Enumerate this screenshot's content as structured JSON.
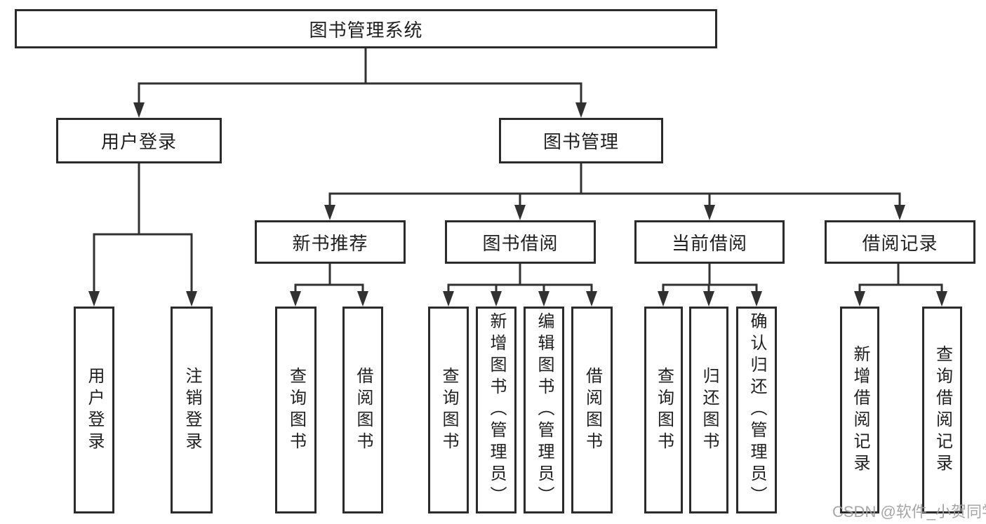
{
  "diagram": {
    "title": "图书管理系统",
    "root": {
      "label": "图书管理系统"
    },
    "level2": {
      "user_login": {
        "label": "用户登录"
      },
      "book_mgmt": {
        "label": "图书管理"
      }
    },
    "level3": {
      "new_books": {
        "label": "新书推荐"
      },
      "book_borrow": {
        "label": "图书借阅"
      },
      "current_borrow": {
        "label": "当前借阅"
      },
      "borrow_records": {
        "label": "借阅记录"
      }
    },
    "leaves": {
      "user_login": "用户登录",
      "logout": "注销登录",
      "nb_query": "查询图书",
      "nb_borrow": "借阅图书",
      "bb_query": "查询图书",
      "bb_add": "新增图书（管理员）",
      "bb_edit": "编辑图书（管理员）",
      "bb_borrow": "借阅图书",
      "cb_query": "查询图书",
      "cb_return": "归还图书",
      "cb_confirm": "确认归还（管理员）",
      "br_add": "新增借阅记录",
      "br_query": "查询借阅记录"
    },
    "watermark": "CSDN @软件_小贺同学",
    "colors": {
      "line": "#313131",
      "box_border": "#2b2b2b",
      "text": "#1f1f1f",
      "watermark": "#9e9e9e",
      "background": "#ffffff"
    }
  }
}
